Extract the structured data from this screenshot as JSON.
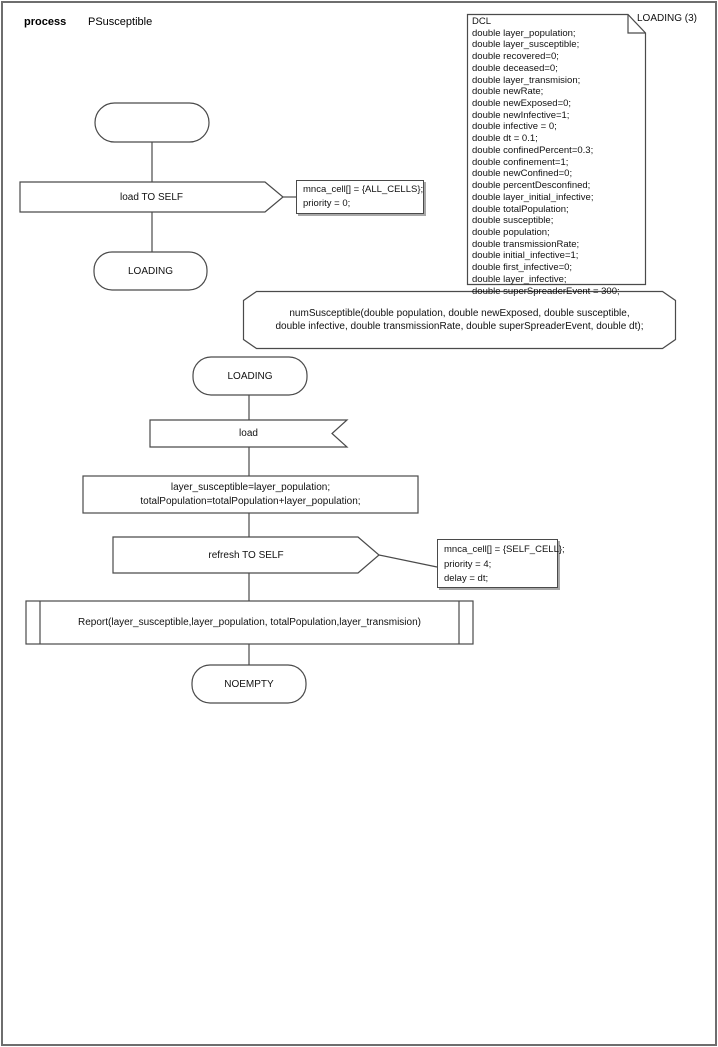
{
  "header": {
    "kind": "process",
    "name": "PSusceptible"
  },
  "dcl": {
    "note": "LOADING (3)",
    "text": "DCL\ndouble layer_population;\ndouble layer_susceptible;\ndouble recovered=0;\ndouble deceased=0;\ndouble layer_transmision;\ndouble newRate;\ndouble newExposed=0;\ndouble newInfective=1;\ndouble infective = 0;\ndouble dt = 0.1;\ndouble confinedPercent=0.3;\ndouble confinement=1;\ndouble newConfined=0;\ndouble percentDesconfined;\ndouble layer_initial_infective;\ndouble totalPopulation;\ndouble susceptible;\ndouble population;\ndouble transmissionRate;\ndouble initial_infective=1;\ndouble first_infective=0;\ndouble layer_infective;\ndouble superSpreaderEvent = 300;"
  },
  "flow1": {
    "output_load": "load TO SELF",
    "comment_load": "mnca_cell[] = {ALL_CELLS};\npriority = 0;",
    "next_state": "LOADING"
  },
  "procedure_decl": "numSusceptible(double population, double newExposed, double susceptible,\ndouble infective, double transmissionRate, double superSpreaderEvent, double dt);",
  "flow2": {
    "state": "LOADING",
    "input": "load",
    "task": "layer_susceptible=layer_population;\ntotalPopulation=totalPopulation+layer_population;",
    "output_refresh": "refresh TO SELF",
    "comment_refresh": "mnca_cell[] = {SELF_CELL};\npriority = 4;\ndelay = dt;",
    "procedure_call": "Report(layer_susceptible,layer_population, totalPopulation,layer_transmision)",
    "next_state": "NOEMPTY"
  },
  "colors": {
    "line": "#4a4a4a",
    "page_border": "#6e6e6e",
    "comment_shadow": "#a8a8a8"
  }
}
